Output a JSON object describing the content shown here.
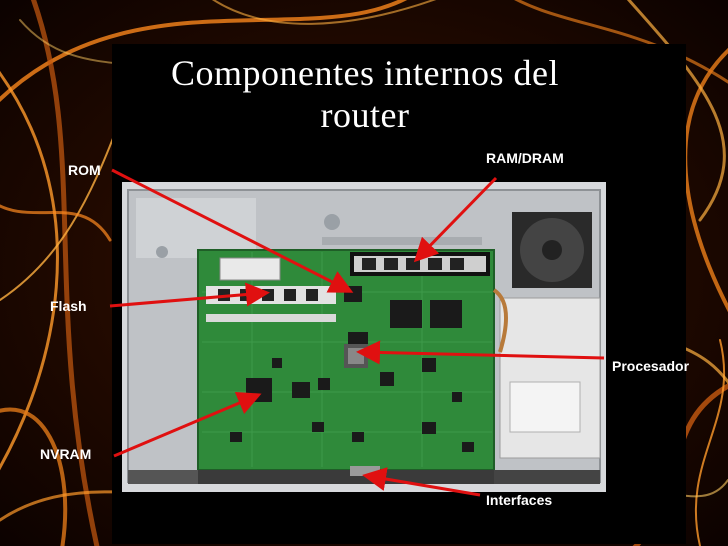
{
  "slide": {
    "title_line1": "Componentes internos del",
    "title_line2": "router"
  },
  "labels": {
    "rom": "ROM",
    "ram": "RAM/DRAM",
    "flash": "Flash",
    "procesador": "Procesador",
    "nvram": "NVRAM",
    "interfaces": "Interfaces"
  },
  "colors": {
    "background": "#120400",
    "swirl": "#e07818",
    "arrow": "#e01010",
    "text": "#ffffff",
    "board": "#2f8a3a"
  }
}
